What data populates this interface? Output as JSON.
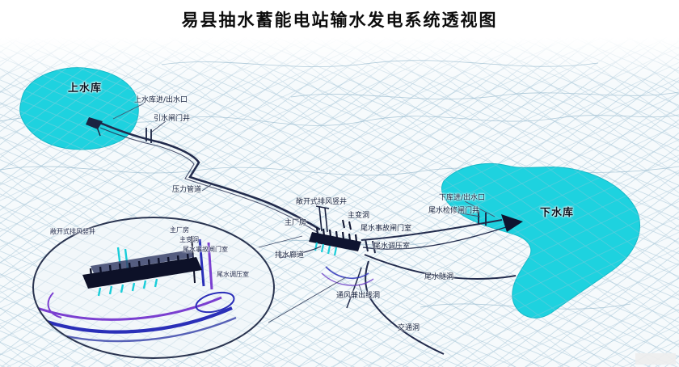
{
  "title": "易县抽水蓄能电站输水发电系统透视图",
  "colors": {
    "reservoir": "#1ed2df",
    "mesh": "#b3cedd",
    "line": "#222b4c",
    "tunnel_blue": "#2a2fb8",
    "tunnel_purple": "#7a3fd0"
  },
  "labels": {
    "upper_reservoir": "上水库",
    "upper_inlet": "上水库进/出水口",
    "diversion_gate_shaft": "引水闸门井",
    "pressure_pipeline": "压力管道",
    "open_exhaust_shaft": "敞开式排风竖井",
    "main_transformer_cavern": "主变洞",
    "main_powerhouse": "主厂房",
    "tailwater_emergency_gate_chamber": "尾水事故闸门室",
    "lower_inlet": "下库进/出水口",
    "tailwater_maintenance_gate_shaft": "尾水检修闸门井",
    "lower_reservoir": "下水库",
    "tailwater_surge_chamber": "尾水调压室",
    "drainage_gallery": "排水廊道",
    "tailwater_tunnel": "尾水隧洞",
    "ventilation_outlet_tunnel": "通风兼出线洞",
    "access_tunnel": "交通洞"
  },
  "inset_labels": {
    "open_exhaust_shaft": "敞开式排风竖井",
    "main_powerhouse": "主厂房",
    "main_transformer_cavern": "主变洞",
    "tailwater_emergency_gate_chamber": "尾水事故闸门室",
    "tailwater_surge_chamber": "尾水调压室"
  }
}
